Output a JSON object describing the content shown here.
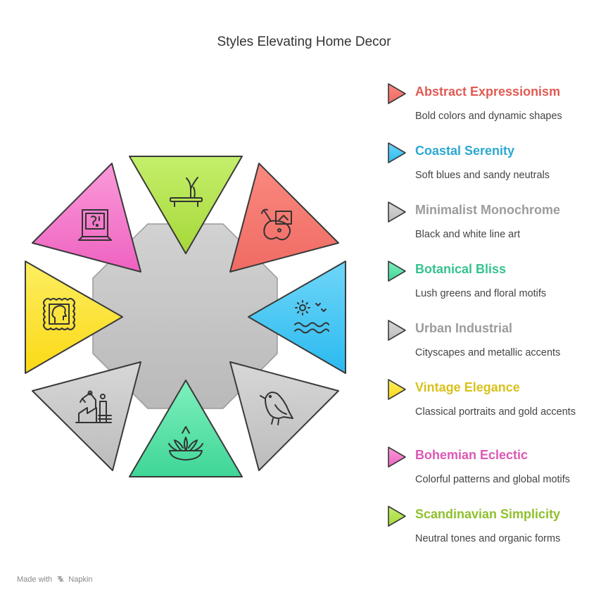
{
  "title": "Styles Elevating Home Decor",
  "colors": {
    "red": "#f47a72",
    "blue": "#4fc5f2",
    "gray": "#c8c8c8",
    "green": "#4ddba4",
    "yellow": "#fce33b",
    "pink": "#f57fcd",
    "lime": "#b2e24a",
    "center": "#c6c6c6",
    "stroke": "#3a3a3a"
  },
  "styles": [
    {
      "name": "Abstract Expressionism",
      "description": "Bold colors and dynamic shapes",
      "color": "#e15b54",
      "icon": "painter-palette-icon"
    },
    {
      "name": "Coastal Serenity",
      "description": "Soft blues and sandy neutrals",
      "color": "#2ba8d1",
      "icon": "sun-waves-icon"
    },
    {
      "name": "Minimalist Monochrome",
      "description": "Black and white line art",
      "color": "#9c9c9c",
      "icon": "bird-icon"
    },
    {
      "name": "Botanical Bliss",
      "description": "Lush greens and floral motifs",
      "color": "#36c38d",
      "icon": "plant-bowl-icon"
    },
    {
      "name": "Urban Industrial",
      "description": "Cityscapes and metallic accents",
      "color": "#9c9c9c",
      "icon": "factory-icon"
    },
    {
      "name": "Vintage Elegance",
      "description": "Classical portraits and gold accents",
      "color": "#d9c11a",
      "icon": "portrait-stamp-icon"
    },
    {
      "name": "Bohemian Eclectic",
      "description": "Colorful patterns and global motifs",
      "color": "#dd58b4",
      "icon": "framed-art-icon"
    },
    {
      "name": "Scandinavian Simplicity",
      "description": "Neutral tones and organic forms",
      "color": "#8fc02d",
      "icon": "branch-shelf-icon"
    }
  ],
  "footer": {
    "prefix": "Made with",
    "brand": "Napkin"
  }
}
